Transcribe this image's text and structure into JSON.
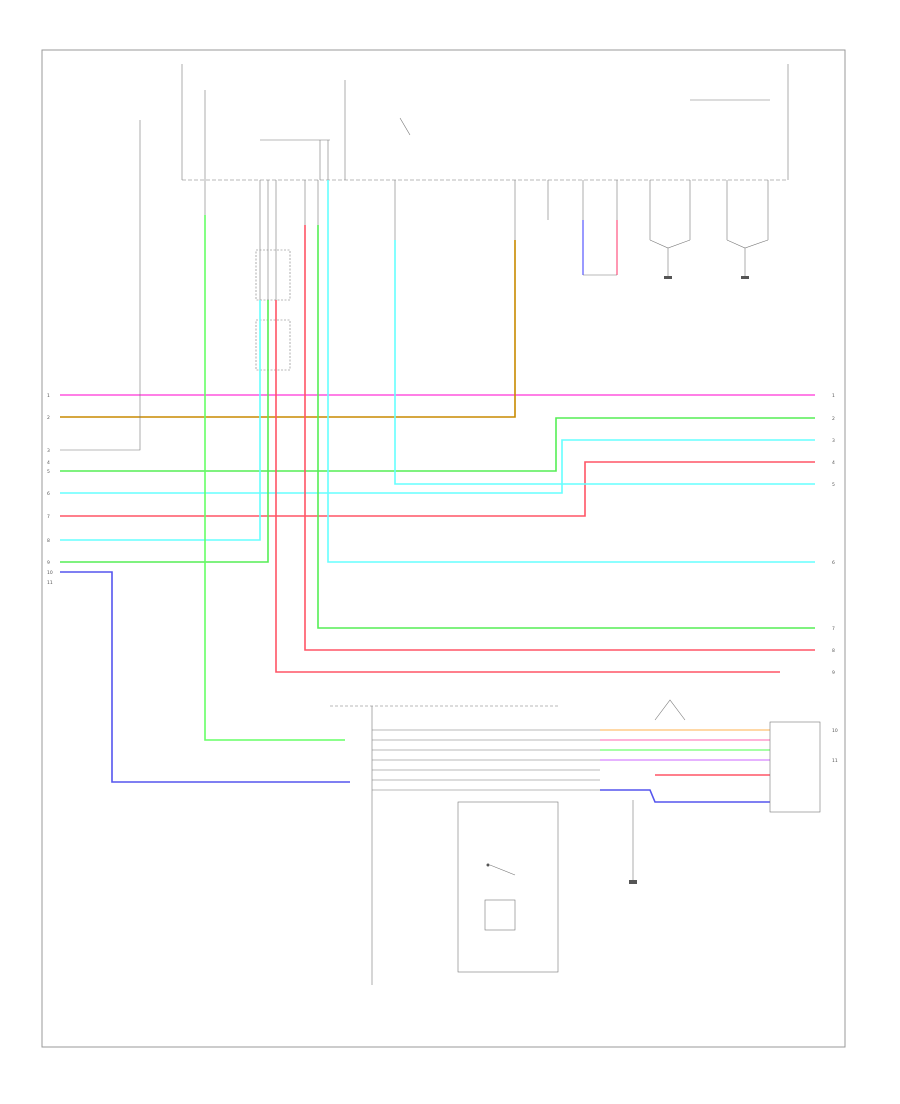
{
  "diagram": {
    "page_label": "",
    "colors": {
      "pink": "#ff55dd",
      "orange": "#c88a00",
      "green": "#55ee55",
      "light_green": "#66ff66",
      "cyan": "#66ffff",
      "red": "#ff5566",
      "blue": "#5555ee",
      "gray": "#888888",
      "frame": "#999999"
    },
    "left_pins": [
      "1",
      "2",
      "3",
      "4",
      "5",
      "6",
      "7",
      "8",
      "9",
      "10",
      "11"
    ],
    "right_pins": [
      "1",
      "2",
      "3",
      "4",
      "5",
      "6",
      "7",
      "8",
      "9",
      "10",
      "11"
    ],
    "icons": [
      "ground-icon",
      "switch-icon",
      "connector-icon"
    ]
  }
}
